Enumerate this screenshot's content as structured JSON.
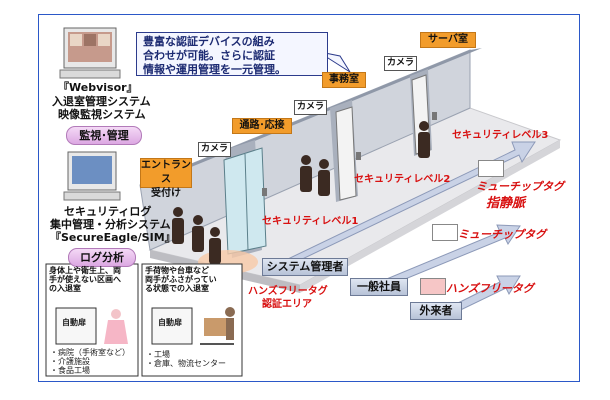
{
  "monitor_system": {
    "name": "『Webvisor』",
    "line1": "入退室管理システム",
    "line2": "映像監視システム",
    "pill": "監視･管理"
  },
  "log_system": {
    "line1": "セキュリティログ",
    "line2": "集中管理・分析システム",
    "line3": "『SecureEagle/SIM』",
    "pill": "ログ分析"
  },
  "callout": {
    "line1": "豊富な認証デバイスの組み",
    "line2": "合わせが可能。さらに認証",
    "line3": "情報や運用管理を一元管理。"
  },
  "rooms": {
    "entrance": [
      "エントランス",
      "受付け"
    ],
    "passage": "通路･応接",
    "office": "事務室",
    "server": "サーバ室"
  },
  "camera_label": "カメラ",
  "security_levels": {
    "level1": "セキュリティレベル1",
    "level2": "セキュリティレベル2",
    "level3": "セキュリティレベル3"
  },
  "auth_tags": {
    "mu_tag_top": "ミューチップタグ",
    "vein": "指静脈",
    "mu_tag_mid": "ミューチップタグ",
    "handsfree": "ハンズフリータグ"
  },
  "handsfree_area": [
    "ハンズフリータグ",
    "認証エリア"
  ],
  "users": {
    "admin": "システム管理者",
    "employee": "一般社員",
    "visitor": "外来者"
  },
  "panel_left": {
    "caption": [
      "身体上や衛生上、両",
      "手が使えない区画へ",
      "の入退室"
    ],
    "door": "自動扉",
    "notes": [
      "・病院（手術室など）",
      "・介護施設",
      "・食品工場"
    ]
  },
  "panel_right": {
    "caption": [
      "手荷物や台車など",
      "両手がふさがってい",
      "る状態での入退室"
    ],
    "door": "自動扉",
    "notes": [
      "・工場",
      "・倉庫、物流センター"
    ]
  },
  "colors": {
    "frame": "#2b58c8",
    "orange": "#f29c2b",
    "red": "#d81010",
    "pill": "#dca8e2"
  }
}
